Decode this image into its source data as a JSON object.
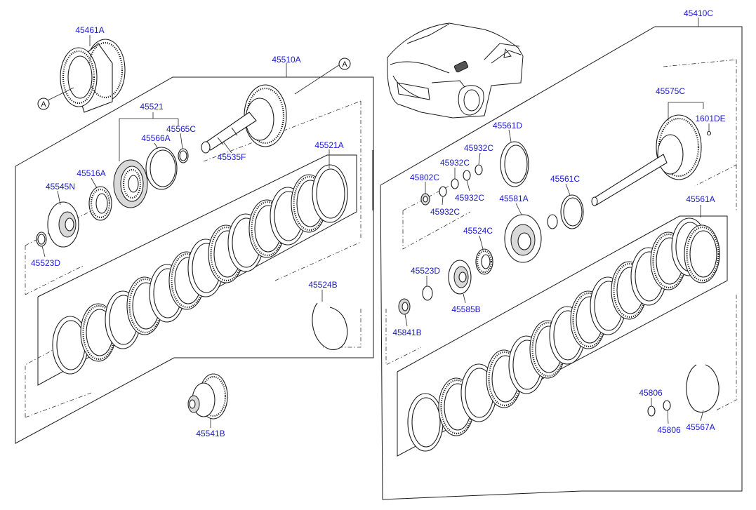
{
  "labels": {
    "l45461A": "45461A",
    "l45510A": "45510A",
    "l45521": "45521",
    "l45565C": "45565C",
    "l45566A": "45566A",
    "l45535F": "45535F",
    "l45516A": "45516A",
    "l45545N": "45545N",
    "l45521A": "45521A",
    "l45523D_l": "45523D",
    "l45524B": "45524B",
    "l45541B": "45541B",
    "l45410C": "45410C",
    "l45575C": "45575C",
    "l1601DE": "1601DE",
    "l45561D": "45561D",
    "l45932C_a": "45932C",
    "l45932C_b": "45932C",
    "l45932C_c": "45932C",
    "l45932C_d": "45932C",
    "l45802C": "45802C",
    "l45581A": "45581A",
    "l45561C": "45561C",
    "l45561A": "45561A",
    "l45524C": "45524C",
    "l45523D_r": "45523D",
    "l45585B": "45585B",
    "l45841B": "45841B",
    "l45806_a": "45806",
    "l45806_b": "45806",
    "l45567A": "45567A"
  },
  "ref_marks": {
    "ref_a_left": "A",
    "ref_a_right": "A"
  }
}
